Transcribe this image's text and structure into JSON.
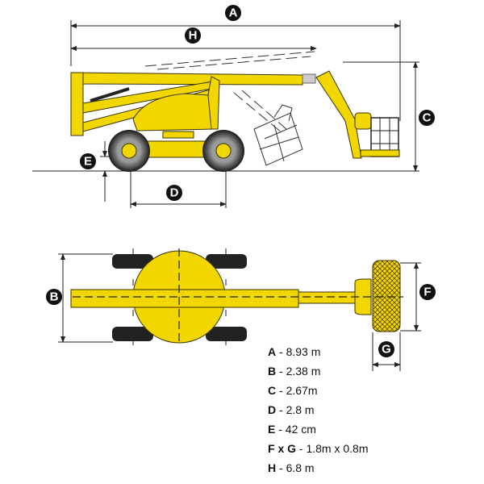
{
  "labels": {
    "A": "A",
    "B": "B",
    "C": "C",
    "D": "D",
    "E": "E",
    "F": "F",
    "G": "G",
    "H": "H"
  },
  "legend": [
    {
      "key": "A",
      "value": " - 8.93 m"
    },
    {
      "key": "B",
      "value": " - 2.38 m"
    },
    {
      "key": "C",
      "value": " - 2.67m"
    },
    {
      "key": "D",
      "value": " - 2.8 m"
    },
    {
      "key": "E",
      "value": " - 42 cm"
    },
    {
      "key": "F x G",
      "value": " - 1.8m x 0.8m"
    },
    {
      "key": "H",
      "value": " - 6.8 m"
    }
  ],
  "colors": {
    "machine": "#f2d600",
    "tire": "#222222",
    "line": "#222222"
  }
}
